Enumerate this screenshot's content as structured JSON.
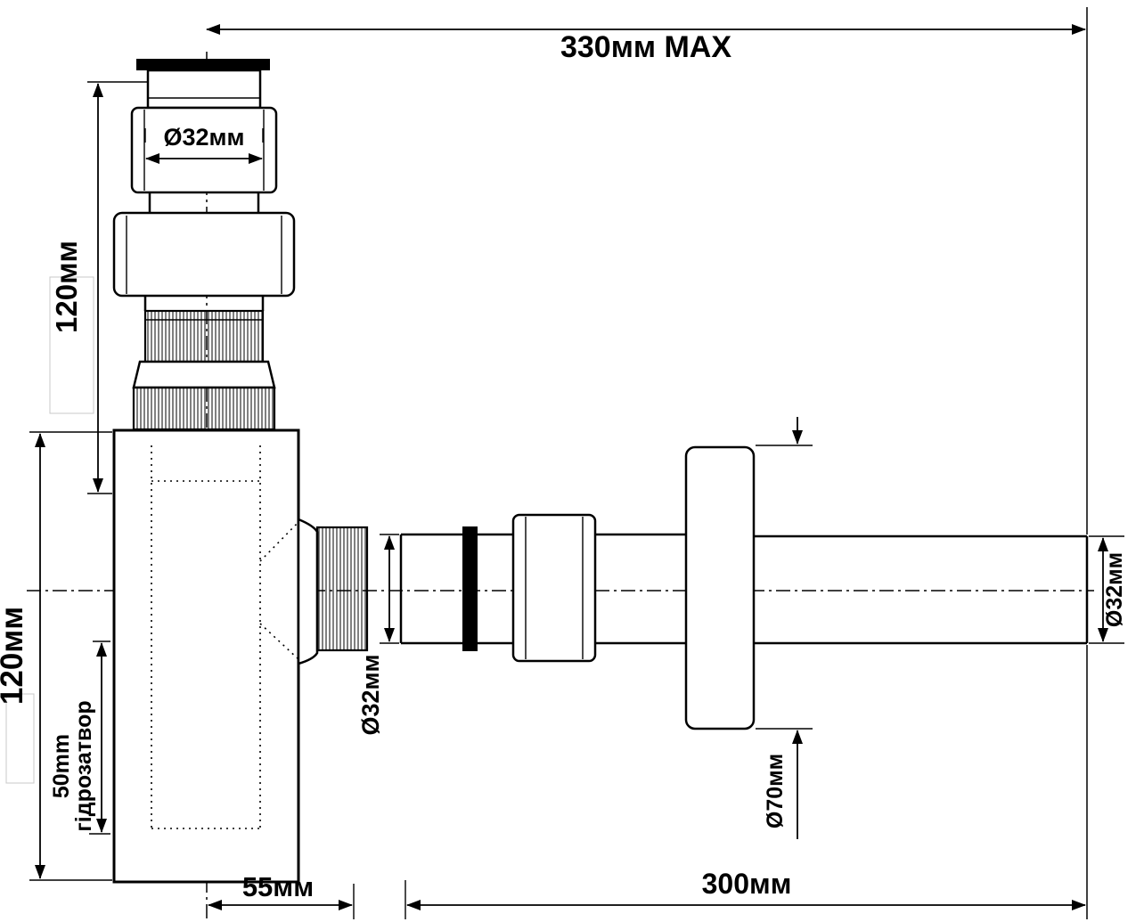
{
  "drawing": {
    "kind": "bottle-trap siphon technical drawing",
    "colors": {
      "line": "#000000",
      "background": "#ffffff",
      "oring": "#000000"
    },
    "dimensions": {
      "overall_width": {
        "label": "330мм MAX"
      },
      "inlet_diameter": {
        "label": "Ø32мм"
      },
      "upper_height": {
        "label": "120мм"
      },
      "body_height": {
        "label": "120мм"
      },
      "water_seal": {
        "line1": "50mm",
        "line2": "гідрозатвор"
      },
      "outlet_offset": {
        "label": "55мм"
      },
      "pipe_length": {
        "label": "300мм"
      },
      "pipe_diameter_left": {
        "label": "Ø32мм"
      },
      "pipe_diameter_right": {
        "label": "Ø32мм"
      },
      "flange_diameter": {
        "label": "Ø70мм"
      }
    }
  }
}
